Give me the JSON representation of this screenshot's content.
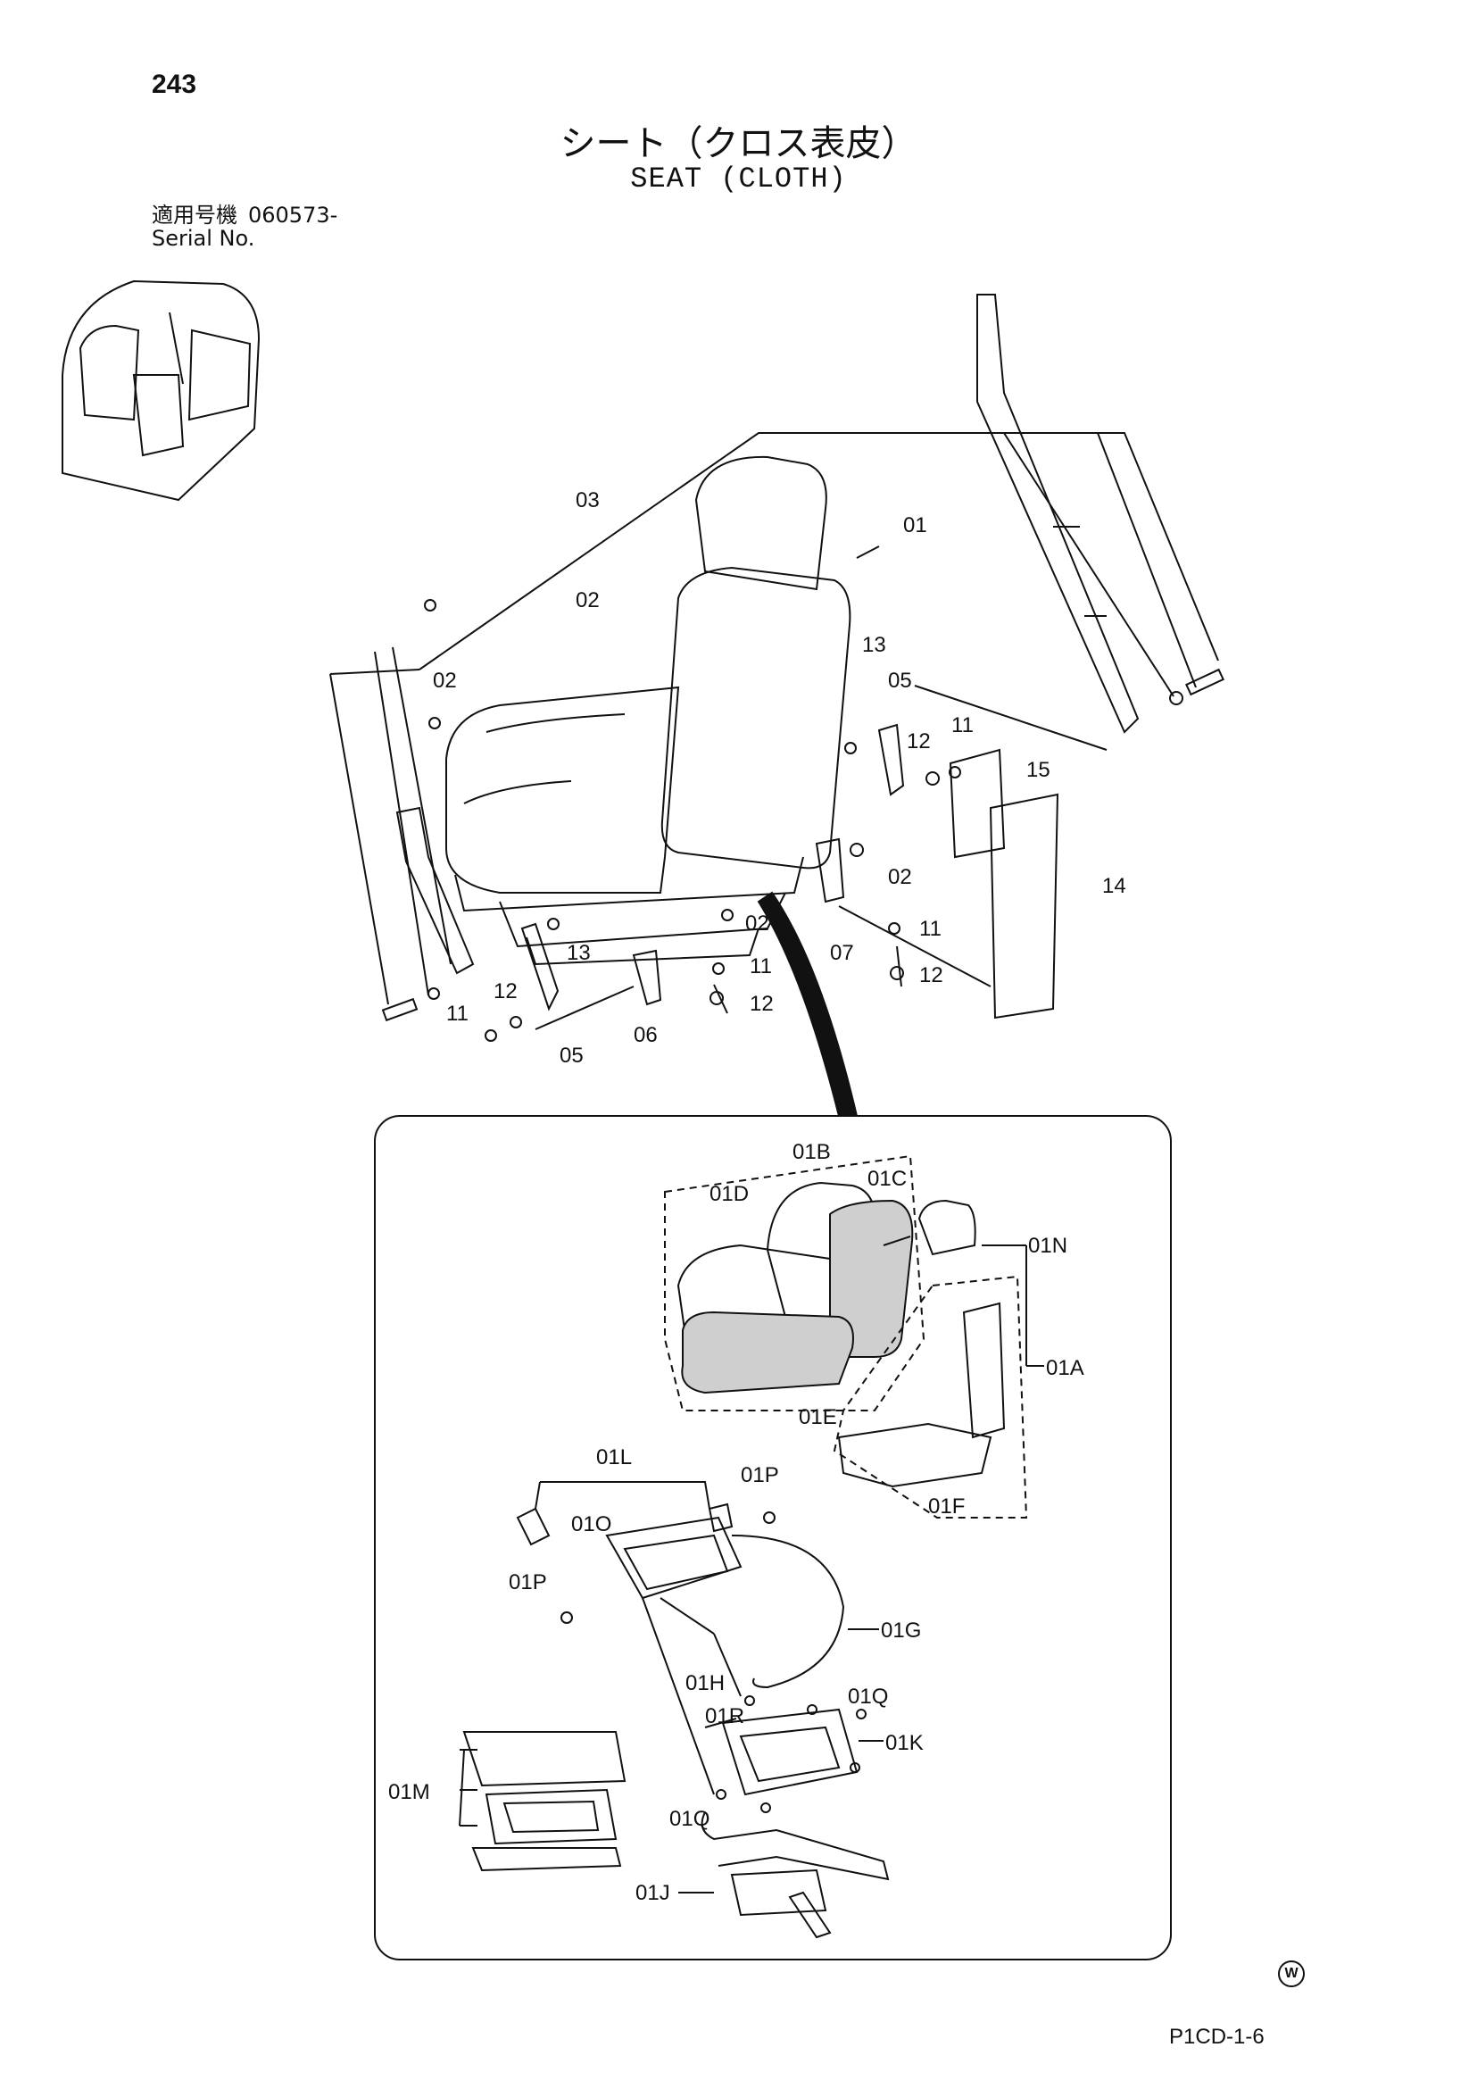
{
  "header": {
    "page_number": "243",
    "title_jp": "シート（クロス表皮）",
    "title_en": "SEAT (CLOTH)",
    "serial_label_jp": "適用号機",
    "serial_value": "060573-",
    "serial_label_en": "Serial No."
  },
  "footer": {
    "code": "P1CD-1-6",
    "mark": "W"
  },
  "callouts": {
    "c01": "01",
    "c02a": "02",
    "c02b": "02",
    "c02c": "02",
    "c02d": "02",
    "c03": "03",
    "c05a": "05",
    "c05b": "05",
    "c06": "06",
    "c07": "07",
    "c11a": "11",
    "c11b": "11",
    "c11c": "11",
    "c11d": "11",
    "c12a": "12",
    "c12b": "12",
    "c12c": "12",
    "c12d": "12",
    "c13a": "13",
    "c13b": "13",
    "c14": "14",
    "c15": "15",
    "c01A": "01A",
    "c01B": "01B",
    "c01C": "01C",
    "c01D": "01D",
    "c01E": "01E",
    "c01F": "01F",
    "c01G": "01G",
    "c01H": "01H",
    "c01J": "01J",
    "c01K": "01K",
    "c01L": "01L",
    "c01M": "01M",
    "c01N": "01N",
    "c01O": "01O",
    "c01Pa": "01P",
    "c01Pb": "01P",
    "c01Qa": "01Q",
    "c01Qb": "01Q",
    "c01R": "01R"
  }
}
